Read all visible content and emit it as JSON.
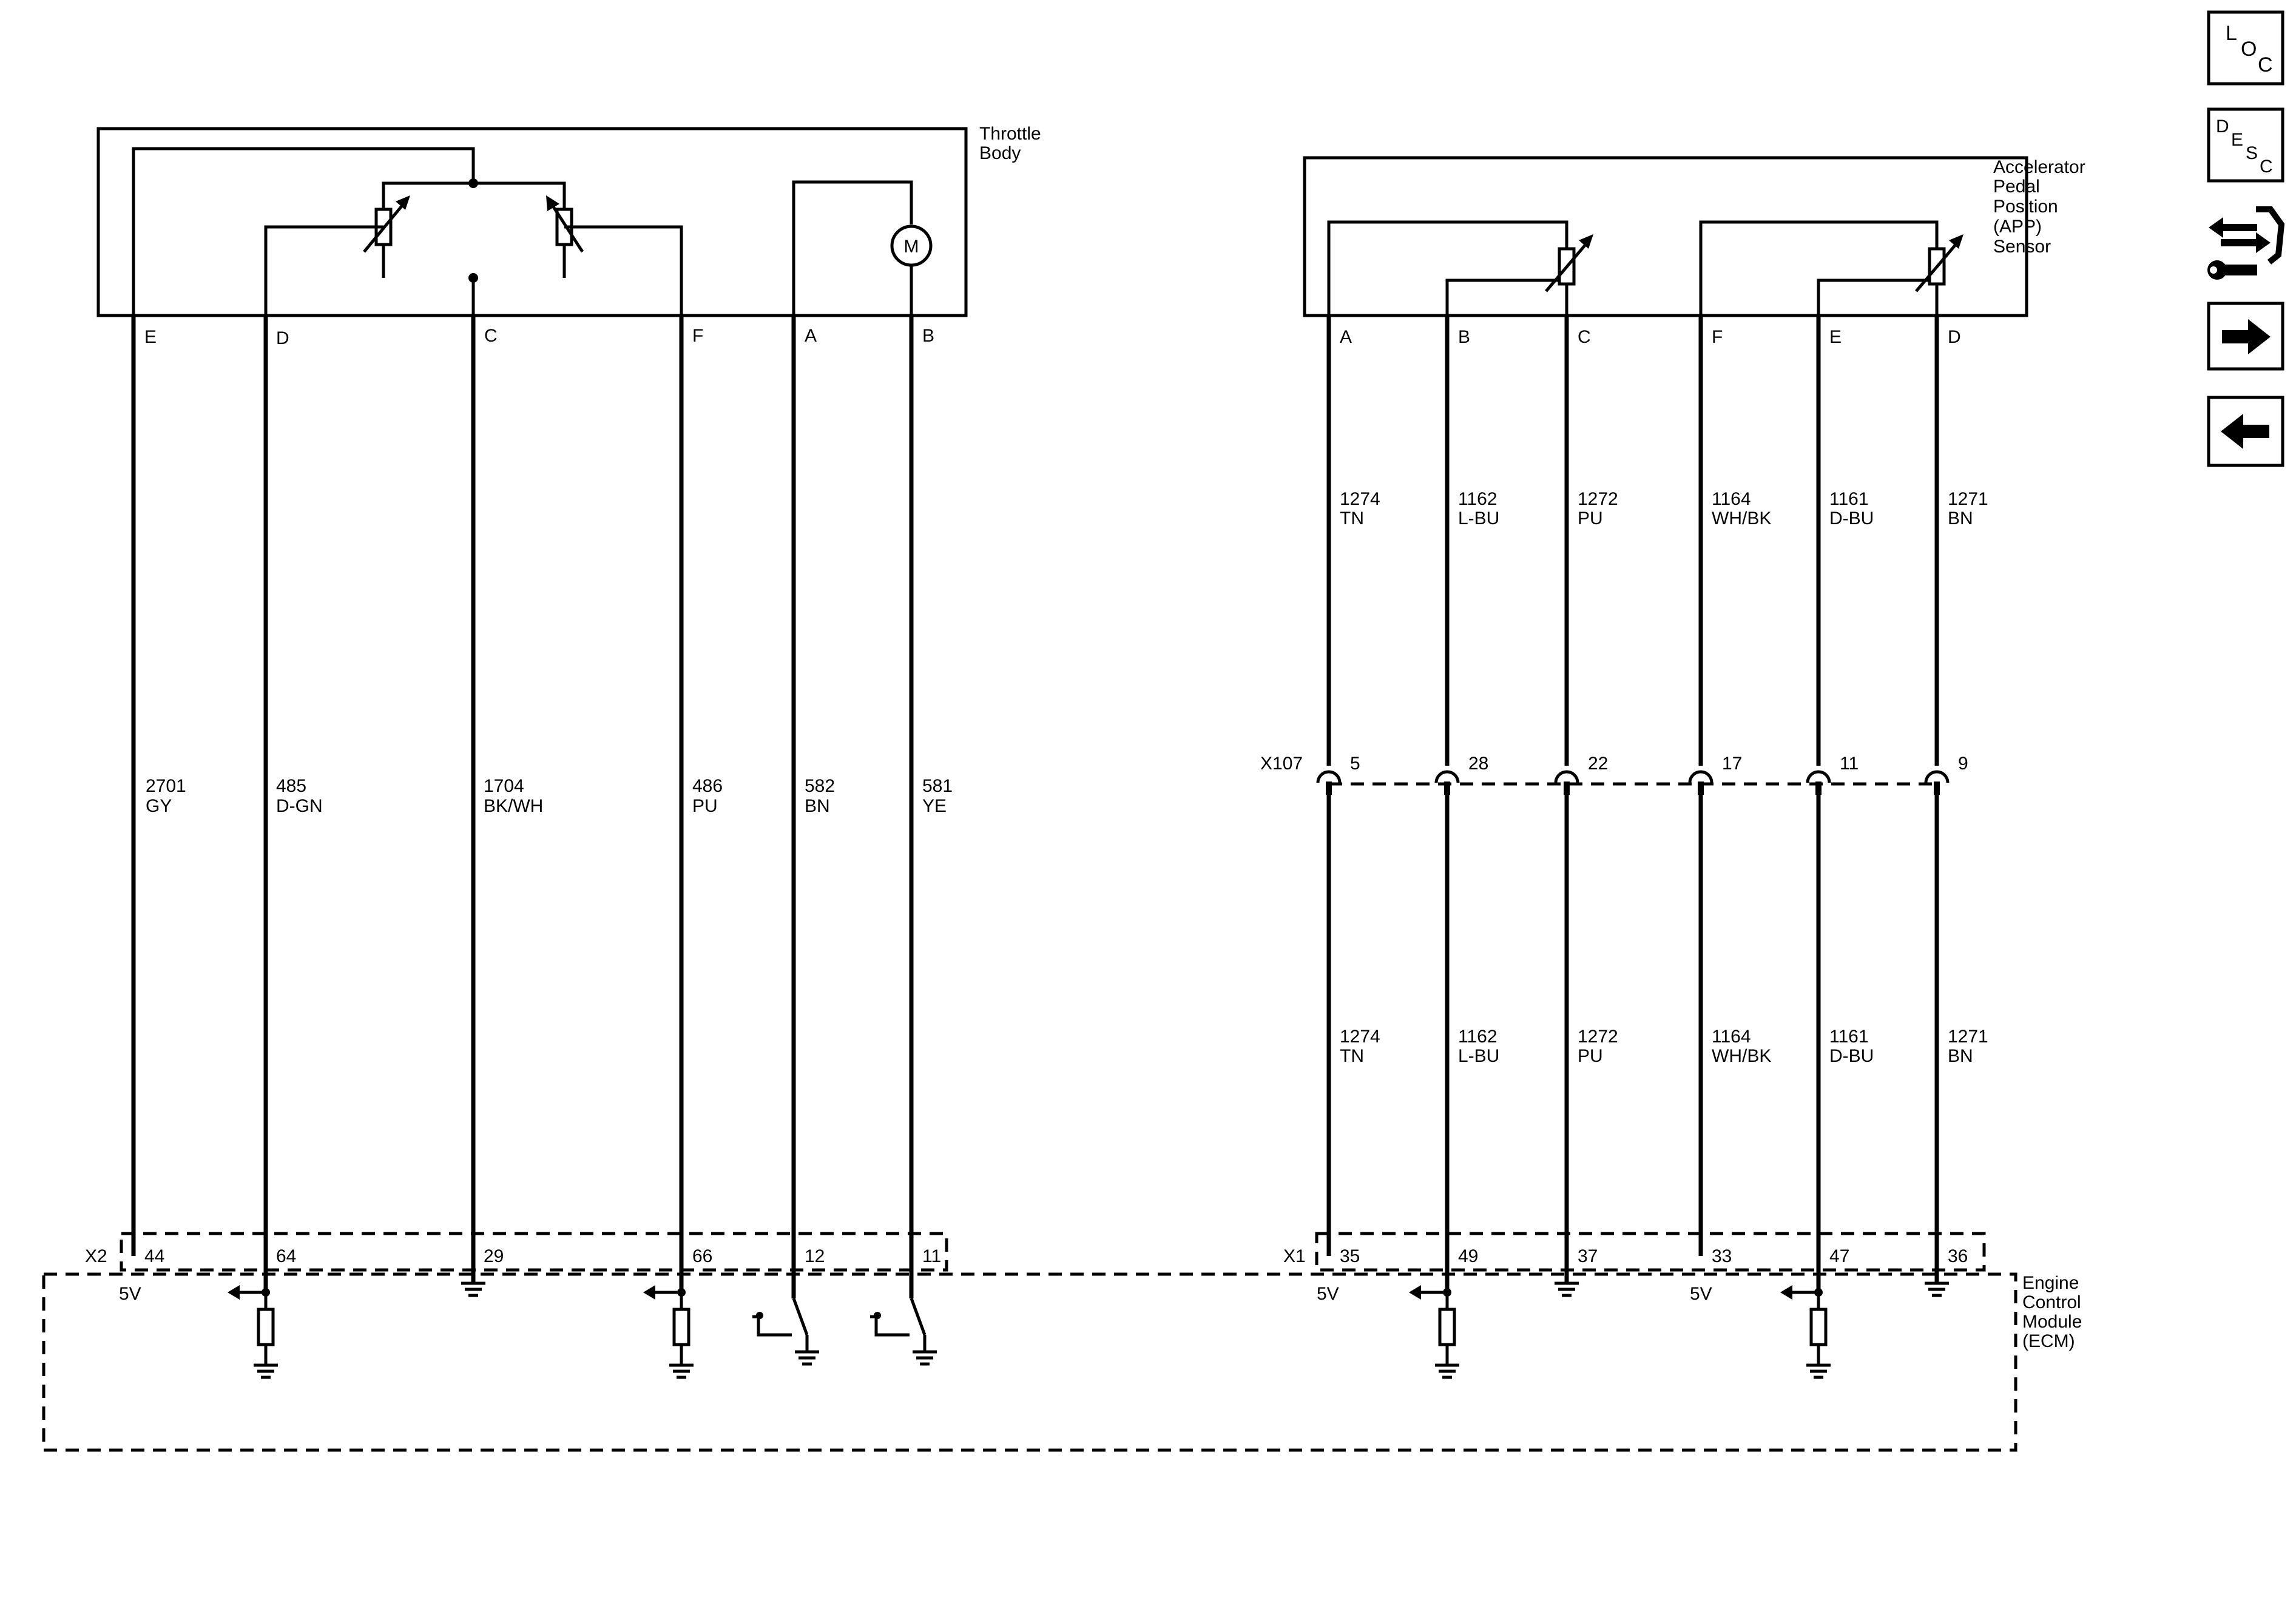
{
  "components": {
    "throttle_body": [
      "Throttle",
      "Body"
    ],
    "app_sensor": [
      "Accelerator",
      "Pedal",
      "Position",
      "(APP)",
      "Sensor"
    ],
    "ecm": [
      "Engine",
      "Control",
      "Module",
      "(ECM)"
    ]
  },
  "motor_symbol": "M",
  "connectors": {
    "x2": "X2",
    "x1": "X1",
    "x107": "X107"
  },
  "throttle_pins": [
    "E",
    "D",
    "C",
    "F",
    "A",
    "B"
  ],
  "app_pins": [
    "A",
    "B",
    "C",
    "F",
    "E",
    "D"
  ],
  "throttle_wires": [
    {
      "circuit": "2701",
      "color": "GY",
      "ecm_pin": "44"
    },
    {
      "circuit": "485",
      "color": "D-GN",
      "ecm_pin": "64"
    },
    {
      "circuit": "1704",
      "color": "BK/WH",
      "ecm_pin": "29"
    },
    {
      "circuit": "486",
      "color": "PU",
      "ecm_pin": "66"
    },
    {
      "circuit": "582",
      "color": "BN",
      "ecm_pin": "12"
    },
    {
      "circuit": "581",
      "color": "YE",
      "ecm_pin": "11"
    }
  ],
  "app_wires": [
    {
      "circuit": "1274",
      "color": "TN",
      "x107_pin": "5",
      "ecm_pin": "35"
    },
    {
      "circuit": "1162",
      "color": "L-BU",
      "x107_pin": "28",
      "ecm_pin": "49"
    },
    {
      "circuit": "1272",
      "color": "PU",
      "x107_pin": "22",
      "ecm_pin": "37"
    },
    {
      "circuit": "1164",
      "color": "WH/BK",
      "x107_pin": "17",
      "ecm_pin": "33"
    },
    {
      "circuit": "1161",
      "color": "D-BU",
      "x107_pin": "11",
      "ecm_pin": "47"
    },
    {
      "circuit": "1271",
      "color": "BN",
      "x107_pin": "9",
      "ecm_pin": "36"
    }
  ],
  "ecm_labels": {
    "five_volt": "5V"
  },
  "nav": {
    "loc": [
      "L",
      "O",
      "C"
    ],
    "desc": [
      "D",
      "E",
      "S",
      "C"
    ]
  }
}
